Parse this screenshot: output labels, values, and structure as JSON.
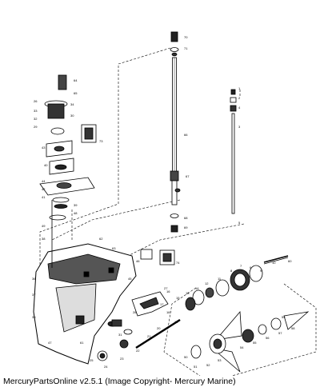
{
  "caption": "MercuryPartsOnline v2.5.1 (Image Copyright- Mercury Marine)",
  "callouts": [
    {
      "label": "70"
    },
    {
      "label": "71"
    },
    {
      "label": "64"
    },
    {
      "label": "65"
    },
    {
      "label": "1"
    },
    {
      "label": "2"
    },
    {
      "label": "3"
    },
    {
      "label": "4"
    },
    {
      "label": "26"
    },
    {
      "label": "34"
    },
    {
      "label": "33"
    },
    {
      "label": "32"
    },
    {
      "label": "30"
    },
    {
      "label": "29"
    },
    {
      "label": "43"
    },
    {
      "label": "40"
    },
    {
      "label": "66"
    },
    {
      "label": "67"
    },
    {
      "label": "68"
    },
    {
      "label": "69"
    },
    {
      "label": "5"
    },
    {
      "label": "73"
    },
    {
      "label": "44"
    },
    {
      "label": "42"
    },
    {
      "label": "41"
    },
    {
      "label": "39"
    },
    {
      "label": "48"
    },
    {
      "label": "49"
    },
    {
      "label": "38"
    },
    {
      "label": "36"
    },
    {
      "label": "37"
    },
    {
      "label": "35"
    },
    {
      "label": "47"
    },
    {
      "label": "46"
    },
    {
      "label": "45"
    },
    {
      "label": "74"
    },
    {
      "label": "10"
    },
    {
      "label": "9"
    },
    {
      "label": "6"
    },
    {
      "label": "7"
    },
    {
      "label": "8"
    },
    {
      "label": "11"
    },
    {
      "label": "12"
    },
    {
      "label": "14"
    },
    {
      "label": "13"
    },
    {
      "label": "15"
    },
    {
      "label": "16"
    },
    {
      "label": "17"
    },
    {
      "label": "18"
    },
    {
      "label": "19"
    },
    {
      "label": "20"
    },
    {
      "label": "21"
    },
    {
      "label": "22"
    },
    {
      "label": "23"
    },
    {
      "label": "24"
    },
    {
      "label": "25"
    },
    {
      "label": "27"
    },
    {
      "label": "28"
    },
    {
      "label": "31"
    },
    {
      "label": "50"
    },
    {
      "label": "51"
    },
    {
      "label": "52"
    },
    {
      "label": "53"
    },
    {
      "label": "54"
    },
    {
      "label": "55"
    },
    {
      "label": "56"
    },
    {
      "label": "57"
    },
    {
      "label": "58"
    },
    {
      "label": "59"
    },
    {
      "label": "60"
    },
    {
      "label": "61"
    },
    {
      "label": "62"
    },
    {
      "label": "63"
    }
  ]
}
